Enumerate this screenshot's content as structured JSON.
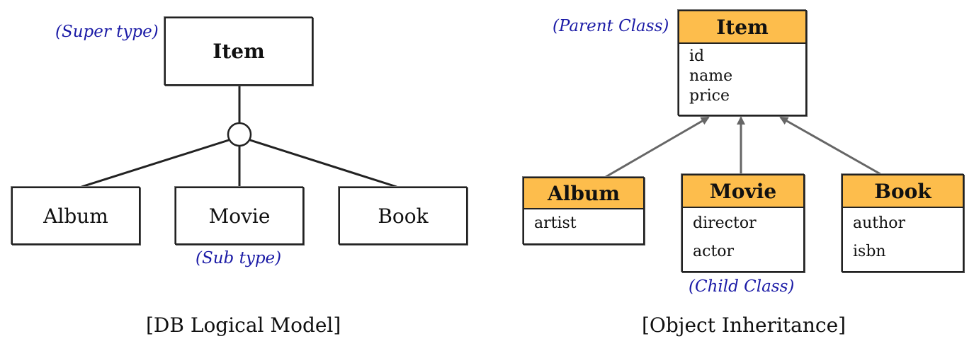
{
  "left_diagram": {
    "supertype_note": "(Super type)",
    "supertype": "Item",
    "subtypes": [
      "Album",
      "Movie",
      "Book"
    ],
    "subtype_note": "(Sub type)",
    "caption": "[DB Logical Model]"
  },
  "right_diagram": {
    "parent_note": "(Parent Class)",
    "parent": {
      "name": "Item",
      "attributes": [
        "id",
        "name",
        "price"
      ]
    },
    "children": [
      {
        "name": "Album",
        "attributes": [
          "artist"
        ]
      },
      {
        "name": "Movie",
        "attributes": [
          "director",
          "actor"
        ]
      },
      {
        "name": "Book",
        "attributes": [
          "author",
          "isbn"
        ]
      }
    ],
    "child_note": "(Child Class)",
    "caption": "[Object Inheritance]",
    "colors": {
      "class_header": "#fdbd4c",
      "note_text": "#1a1aa6",
      "arrow": "#666666"
    }
  }
}
